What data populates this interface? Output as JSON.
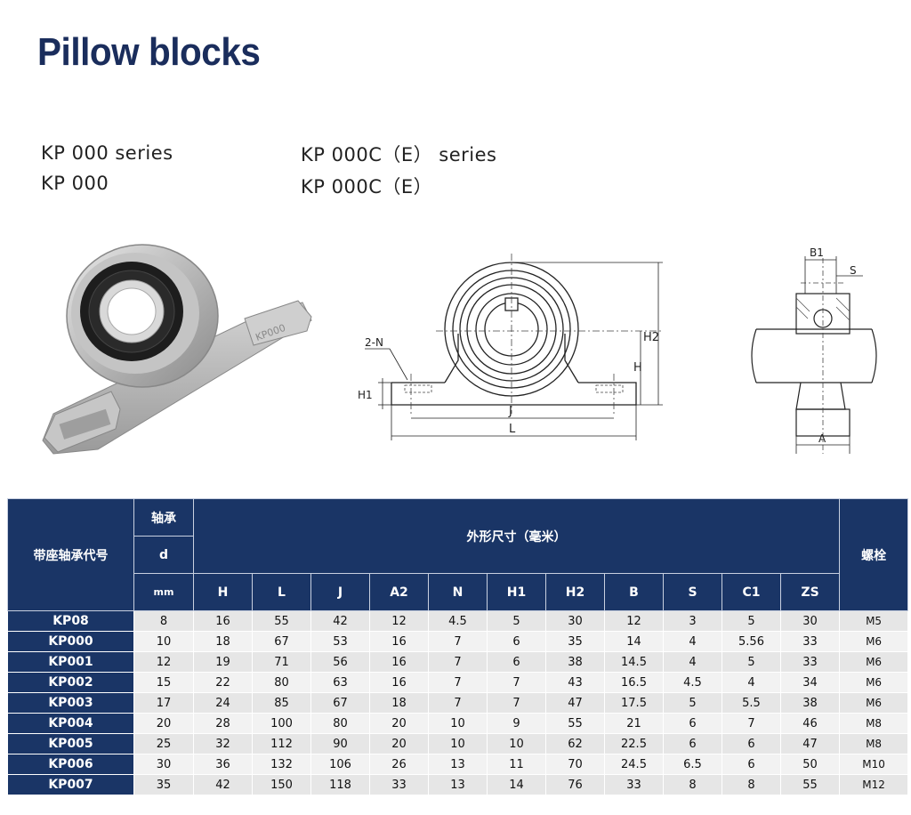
{
  "page": {
    "title": "Pillow blocks",
    "series": {
      "left_line1": "KP 000 series",
      "left_line2": "KP 000",
      "right_line1": "KP 000C（E） series",
      "right_line2": "KP 000C（E）"
    }
  },
  "drawing_labels": {
    "n_label": "2-N",
    "h1": "H1",
    "h": "H",
    "h2": "H2",
    "j": "J",
    "l": "L",
    "b1": "B1",
    "s": "S",
    "a": "A",
    "housing_mark": "KP000"
  },
  "table": {
    "header_model": "带座轴承代号",
    "header_bearing": "轴承",
    "header_d": "d",
    "header_mm": "mm",
    "header_dims": "外形尺寸（毫米）",
    "header_bolt": "螺栓",
    "dim_columns": [
      "H",
      "L",
      "J",
      "A2",
      "N",
      "H1",
      "H2",
      "B",
      "S",
      "C1",
      "ZS"
    ],
    "rows": [
      {
        "model": "KP08",
        "d": "8",
        "H": "16",
        "L": "55",
        "J": "42",
        "A2": "12",
        "N": "4.5",
        "H1": "5",
        "H2": "30",
        "B": "12",
        "S": "3",
        "C1": "5",
        "ZS": "30",
        "bolt": "M5"
      },
      {
        "model": "KP000",
        "d": "10",
        "H": "18",
        "L": "67",
        "J": "53",
        "A2": "16",
        "N": "7",
        "H1": "6",
        "H2": "35",
        "B": "14",
        "S": "4",
        "C1": "5.56",
        "ZS": "33",
        "bolt": "M6"
      },
      {
        "model": "KP001",
        "d": "12",
        "H": "19",
        "L": "71",
        "J": "56",
        "A2": "16",
        "N": "7",
        "H1": "6",
        "H2": "38",
        "B": "14.5",
        "S": "4",
        "C1": "5",
        "ZS": "33",
        "bolt": "M6"
      },
      {
        "model": "KP002",
        "d": "15",
        "H": "22",
        "L": "80",
        "J": "63",
        "A2": "16",
        "N": "7",
        "H1": "7",
        "H2": "43",
        "B": "16.5",
        "S": "4.5",
        "C1": "4",
        "ZS": "34",
        "bolt": "M6"
      },
      {
        "model": "KP003",
        "d": "17",
        "H": "24",
        "L": "85",
        "J": "67",
        "A2": "18",
        "N": "7",
        "H1": "7",
        "H2": "47",
        "B": "17.5",
        "S": "5",
        "C1": "5.5",
        "ZS": "38",
        "bolt": "M6"
      },
      {
        "model": "KP004",
        "d": "20",
        "H": "28",
        "L": "100",
        "J": "80",
        "A2": "20",
        "N": "10",
        "H1": "9",
        "H2": "55",
        "B": "21",
        "S": "6",
        "C1": "7",
        "ZS": "46",
        "bolt": "M8"
      },
      {
        "model": "KP005",
        "d": "25",
        "H": "32",
        "L": "112",
        "J": "90",
        "A2": "20",
        "N": "10",
        "H1": "10",
        "H2": "62",
        "B": "22.5",
        "S": "6",
        "C1": "6",
        "ZS": "47",
        "bolt": "M8"
      },
      {
        "model": "KP006",
        "d": "30",
        "H": "36",
        "L": "132",
        "J": "106",
        "A2": "26",
        "N": "13",
        "H1": "11",
        "H2": "70",
        "B": "24.5",
        "S": "6.5",
        "C1": "6",
        "ZS": "50",
        "bolt": "M10"
      },
      {
        "model": "KP007",
        "d": "35",
        "H": "42",
        "L": "150",
        "J": "118",
        "A2": "33",
        "N": "13",
        "H1": "14",
        "H2": "76",
        "B": "33",
        "S": "8",
        "C1": "8",
        "ZS": "55",
        "bolt": "M12"
      }
    ]
  }
}
